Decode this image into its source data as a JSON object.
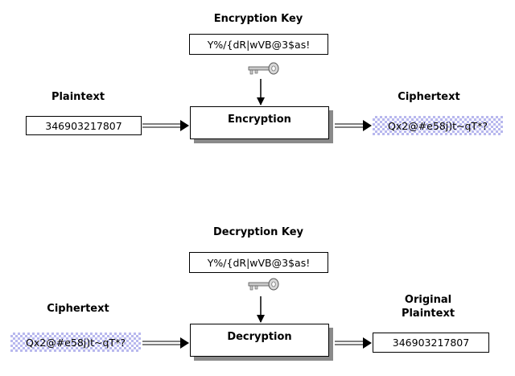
{
  "encryption": {
    "key_label": "Encryption Key",
    "key_value": "Y%/{dR|wVB@3$as!",
    "input_label": "Plaintext",
    "input_value": "346903217807",
    "process_label": "Encryption",
    "output_label": "Ciphertext",
    "output_value": "Qx2@#e58j)t~qT*?"
  },
  "decryption": {
    "key_label": "Decryption Key",
    "key_value": "Y%/{dR|wVB@3$as!",
    "input_label": "Ciphertext",
    "input_value": "Qx2@#e58j)t~qT*?",
    "process_label": "Decryption",
    "output_label_line1": "Original",
    "output_label_line2": "Plaintext",
    "output_value": "346903217807"
  },
  "colors": {
    "shadow": "#8a8a8a",
    "checker": "#b8b8ee",
    "key_metal": "#c0c0c0"
  }
}
